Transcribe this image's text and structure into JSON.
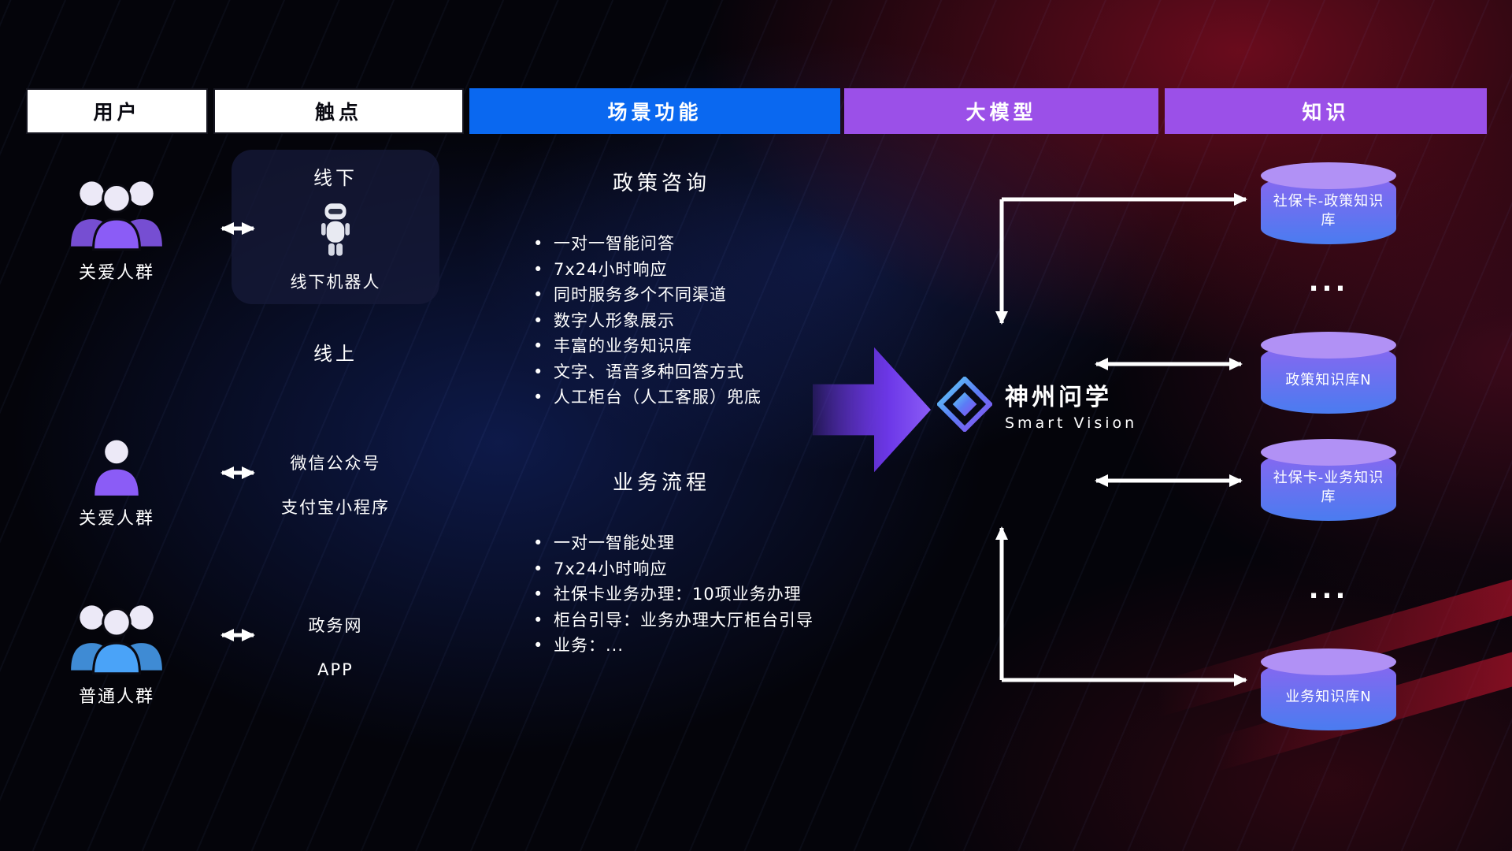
{
  "colors": {
    "tab_blue": "#0a68f0",
    "tab_purple": "#9b50e8",
    "user_purple": "#8b5cf6",
    "user_blue": "#4aa3f8",
    "cyl_top": "#b191f5",
    "cyl_body_top": "#8a66f0",
    "cyl_body_bottom": "#4a7cf0",
    "arrow_purple": "#6d38e8"
  },
  "header": {
    "tabs": [
      "用户",
      "触点",
      "场景功能",
      "大模型",
      "知识"
    ]
  },
  "users": [
    {
      "label": "关爱人群"
    },
    {
      "label": "关爱人群"
    },
    {
      "label": "普通人群"
    }
  ],
  "touchpoints": {
    "offline": {
      "title": "线下",
      "device": "线下机器人"
    },
    "online": {
      "title": "线上",
      "items": [
        "微信公众号",
        "支付宝小程序",
        "政务网",
        "APP"
      ]
    }
  },
  "scenes": [
    {
      "title": "政策咨询",
      "items": [
        "一对一智能问答",
        "7x24小时响应",
        "同时服务多个不同渠道",
        "数字人形象展示",
        "丰富的业务知识库",
        "文字、语音多种回答方式",
        "人工柜台（人工客服）兜底"
      ]
    },
    {
      "title": "业务流程",
      "items": [
        "一对一智能处理",
        "7x24小时响应",
        "社保卡业务办理：10项业务办理",
        "柜台引导：业务办理大厅柜台引导",
        "业务：..."
      ]
    }
  ],
  "model": {
    "name": "神州问学",
    "subtitle": "Smart Vision"
  },
  "knowledge": {
    "ellipsis": "...",
    "items": [
      "社保卡-政策知识库",
      "政策知识库N",
      "社保卡-业务知识库",
      "业务知识库N"
    ]
  }
}
